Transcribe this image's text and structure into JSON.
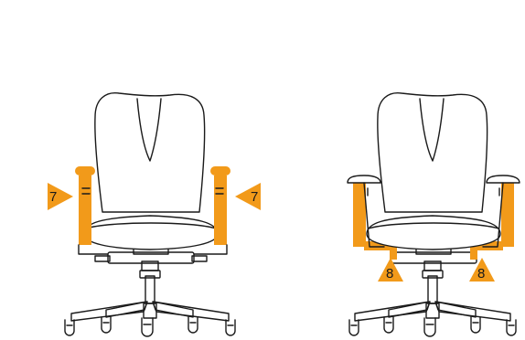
{
  "accent_color": "#f29a1a",
  "line_color": "#1a1a1a",
  "figures": [
    {
      "name": "chair-armrest-height",
      "callouts": [
        {
          "label": "7",
          "marker": "arrow-right"
        },
        {
          "label": "7",
          "marker": "arrow-left"
        }
      ]
    },
    {
      "name": "chair-armrest-width",
      "callouts": [
        {
          "label": "8",
          "marker": "arrow-up"
        },
        {
          "label": "8",
          "marker": "arrow-up"
        }
      ]
    }
  ]
}
